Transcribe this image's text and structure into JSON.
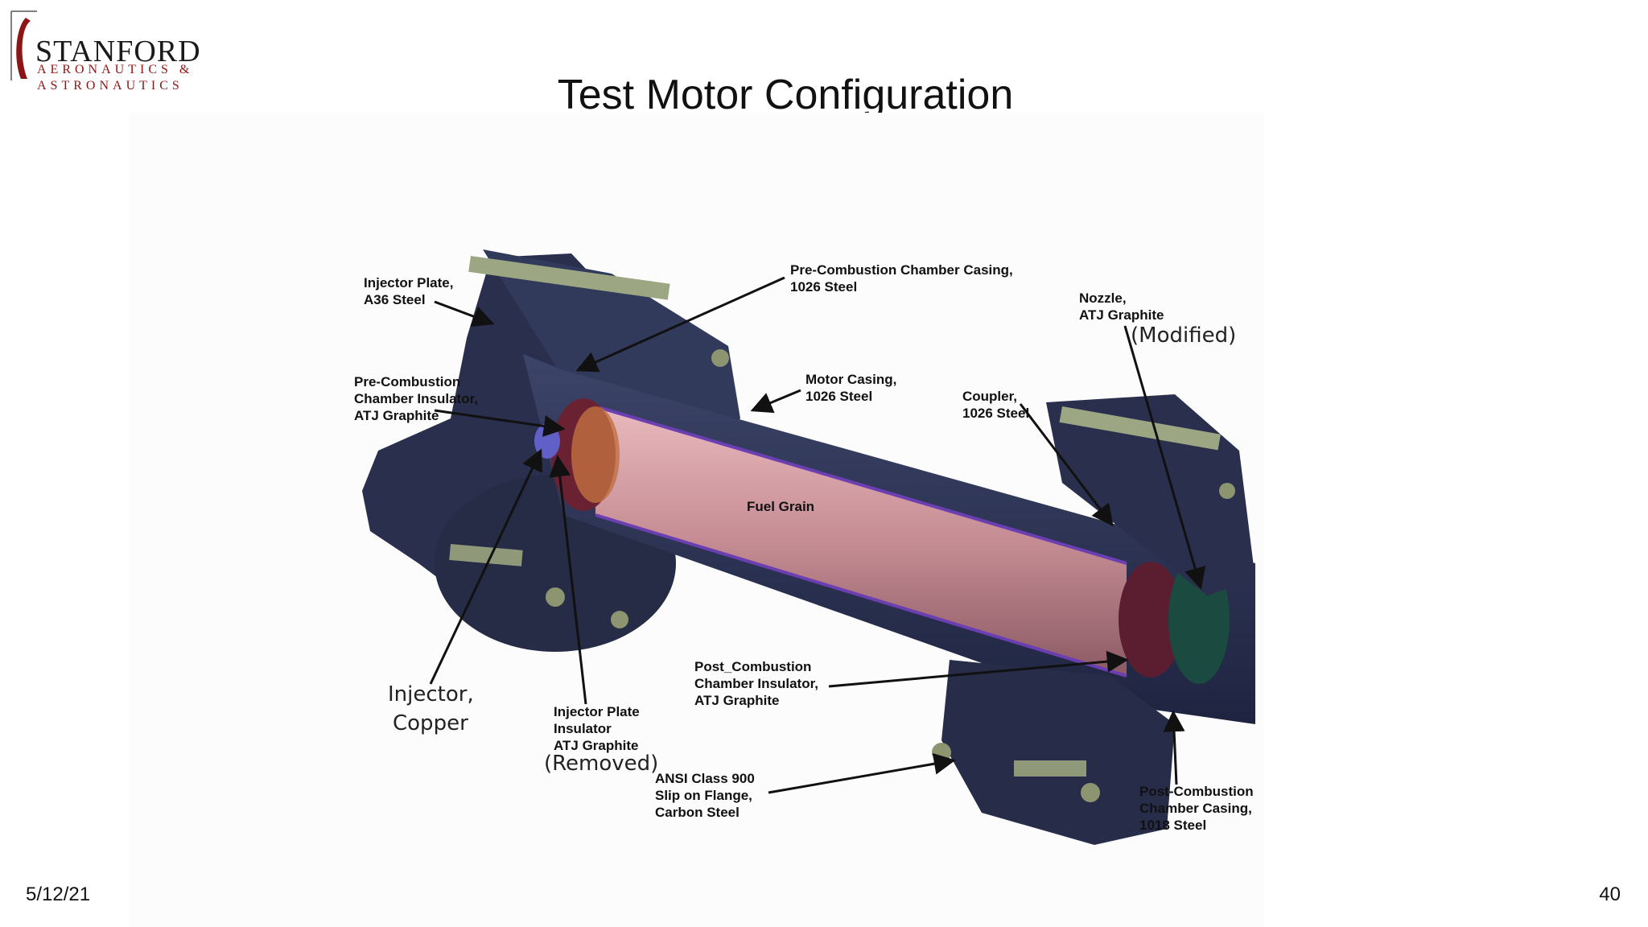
{
  "logo": {
    "line1": "STANFORD",
    "line2": "AERONAUTICS &",
    "line3": "ASTRONAUTICS"
  },
  "title": "Test Motor Configuration",
  "footer": {
    "date": "5/12/21",
    "page": "40"
  },
  "diagram": {
    "labels": {
      "injector_plate": [
        "Injector Plate,",
        "A36 Steel"
      ],
      "precomb_insulator": [
        "Pre-Combustion",
        "Chamber Insulator,",
        "ATJ Graphite"
      ],
      "precomb_casing": [
        "Pre-Combustion Chamber Casing,",
        "1026 Steel"
      ],
      "motor_casing": [
        "Motor Casing,",
        "1026 Steel"
      ],
      "nozzle": [
        "Nozzle,",
        "ATJ Graphite"
      ],
      "nozzle_note": "(Modified)",
      "coupler": [
        "Coupler,",
        "1026 Steel"
      ],
      "fuel_grain": "Fuel Grain",
      "injector": [
        "Injector,",
        "Copper"
      ],
      "injector_plate_insulator": [
        "Injector Plate",
        "Insulator",
        "ATJ Graphite"
      ],
      "insulator_note": "(Removed)",
      "postcomb_insulator": [
        "Post_Combustion",
        "Chamber Insulator,",
        "ATJ Graphite"
      ],
      "flange": [
        "ANSI Class 900",
        "Slip on Flange,",
        "Carbon Steel"
      ],
      "postcomb_casing": [
        "Post-Combustion",
        "Chamber Casing,",
        "1018 Steel"
      ]
    }
  }
}
